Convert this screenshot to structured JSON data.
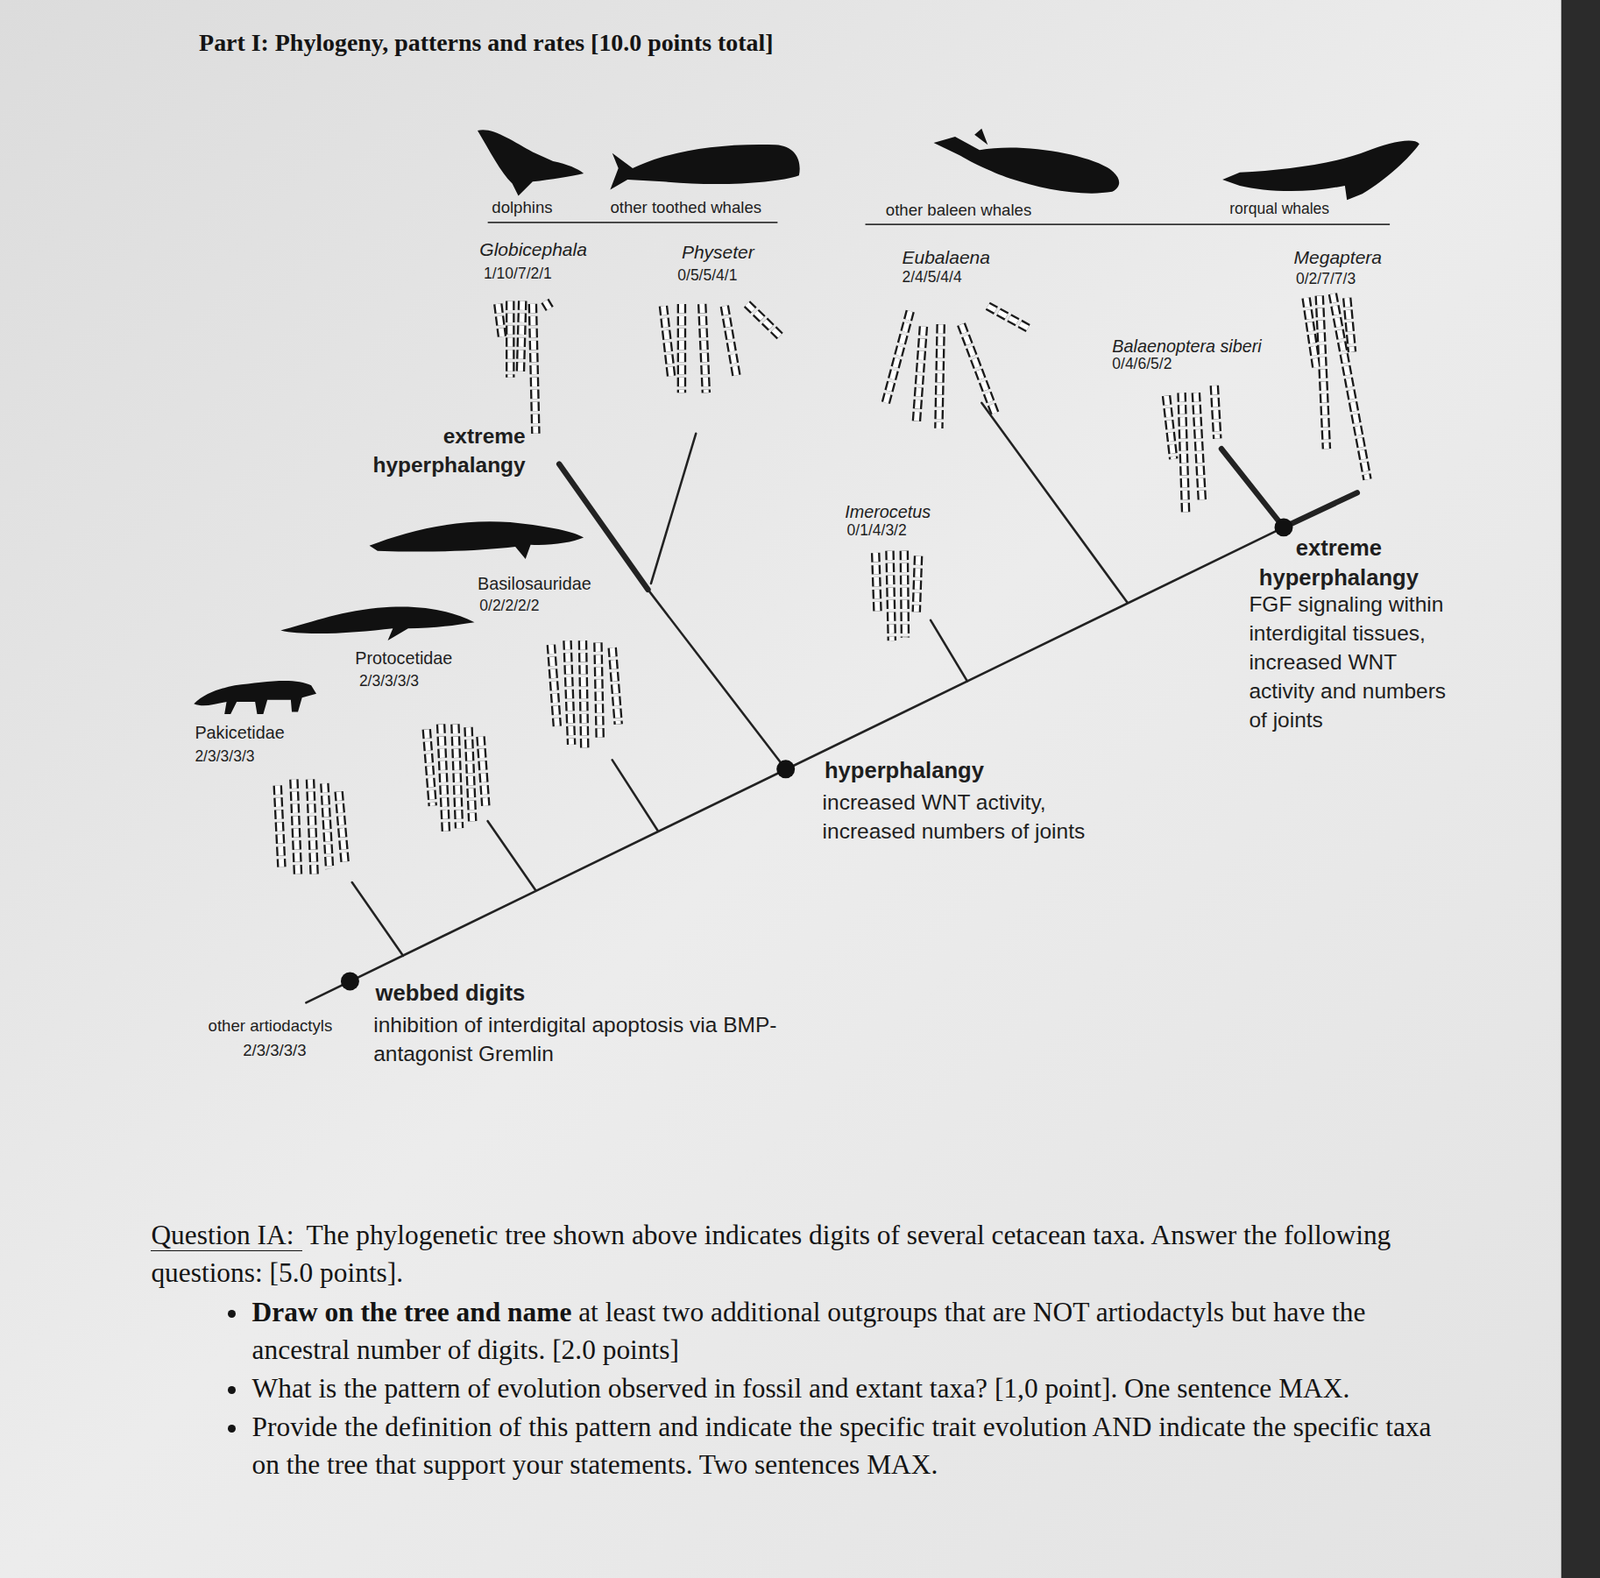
{
  "diagram": {
    "title": "Part I: Phylogeny, patterns and rates [10.0 points total]",
    "labels": [
      "dolphins",
      "other toothed whales",
      "other baleen whales",
      "rorqual whales",
      "Globicephala",
      "1/10/7/2/1",
      "Physeter",
      "0/5/5/4/1",
      "Eubalaena",
      "2/4/5/4/4",
      "Megaptera",
      "0/2/7/7/3",
      "Balaenoptera siberi",
      "0/4/6/5/2",
      "extreme hyperphalangy",
      "Imerocetus",
      "0/1/4/3/2",
      "Basilosauridae",
      "0/2/2/2/2",
      "Protocetidae",
      "2/3/3/3/3",
      "extreme hyperphalangy",
      "FGF signaling within interdigital tissues, increased WNT activity and numbers of joints",
      "Pakicetidae",
      "2/3/3/3/3",
      "hyperphalangy",
      "increased WNT activity, increased numbers of joints",
      "webbed digits",
      "other artiodactyls",
      "inhibition of interdigital apoptosis via BMP-antagonist Gremlin",
      "2/3/3/3/3",
      "Question IA:",
      "The phylogenetic tree shown above indicates digits of several cetacean taxa. Answer the following questions: [5.0 points].",
      "Draw on the tree and name",
      "at least two additional outgroups that are NOT artiodactyls but have the ancestral number of digits. [2.0 points]",
      "What is the pattern of evolution observed in fossil and extant taxa? [1,0 point]. One sentence MAX.",
      "Provide the definition of this pattern and indicate the specific trait evolution AND indicate the specific taxa on the tree that support your statements. Two sentences MAX."
    ]
  }
}
